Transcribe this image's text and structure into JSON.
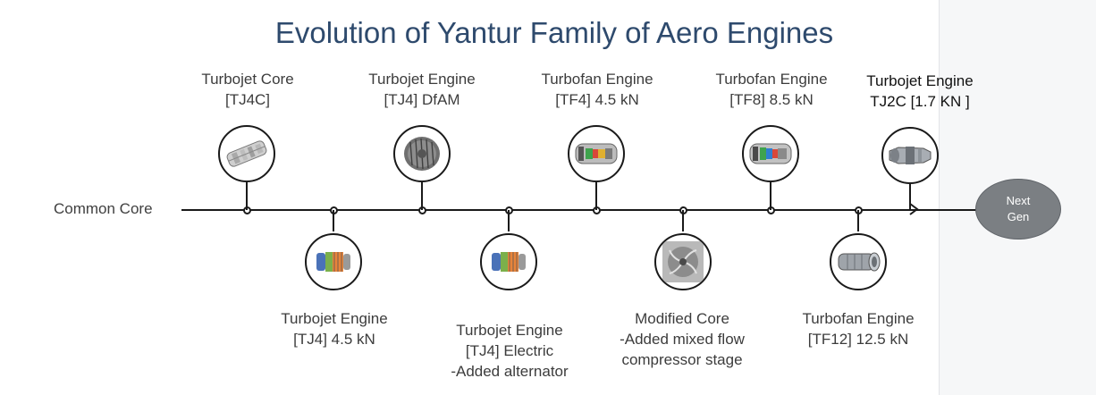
{
  "title": "Evolution of Yantur Family of Aero Engines",
  "timeline": {
    "start_label": "Common Core"
  },
  "next_gen": {
    "line1": "Next",
    "line2": "Gen"
  },
  "engines_top": [
    {
      "lines": [
        "Turbojet Core",
        "[TJ4C]"
      ],
      "icon": "turbojet-core-cutaway-icon"
    },
    {
      "lines": [
        "Turbojet Engine",
        "[TJ4] DfAM"
      ],
      "icon": "turbine-rotor-icon"
    },
    {
      "lines": [
        "Turbofan Engine",
        "[TF4] 4.5 kN"
      ],
      "icon": "turbofan-cutaway-icon"
    },
    {
      "lines": [
        "Turbofan Engine",
        "[TF8] 8.5 kN"
      ],
      "icon": "turbofan-cutaway-icon"
    },
    {
      "lines": [
        "Turbojet Engine",
        "TJ2C [1.7 KN ]"
      ],
      "icon": "turbojet-engine-icon"
    }
  ],
  "engines_bottom": [
    {
      "lines": [
        "Turbojet Engine",
        "[TJ4] 4.5 kN"
      ],
      "icon": "colored-core-icon"
    },
    {
      "lines": [
        "Turbojet Engine",
        "[TJ4] Electric",
        "-Added alternator"
      ],
      "icon": "colored-core-icon"
    },
    {
      "lines": [
        "Modified Core",
        "-Added mixed flow",
        "compressor stage"
      ],
      "icon": "impeller-icon"
    },
    {
      "lines": [
        "Turbofan Engine",
        "[TF12] 12.5 kN"
      ],
      "icon": "turbofan-engine-icon"
    }
  ]
}
